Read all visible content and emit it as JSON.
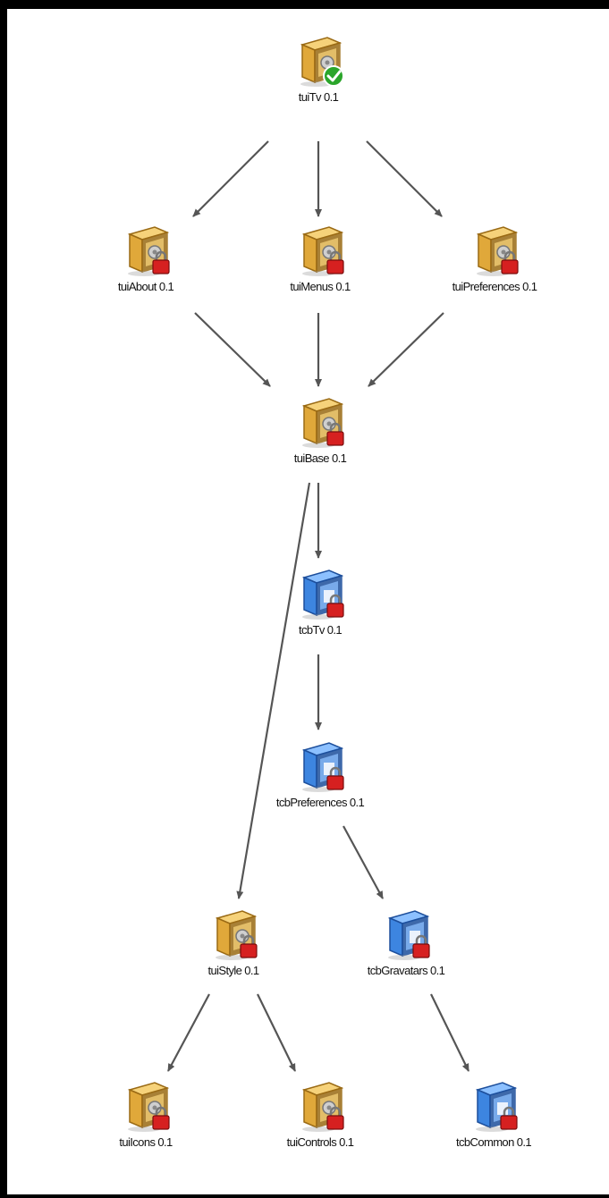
{
  "colors": {
    "edge": "#555555",
    "bundle_gold": "#e0a83a",
    "bundle_blue": "#3d85e0",
    "lock_red": "#d62020",
    "check_green": "#2aa52a"
  },
  "nodes": [
    {
      "id": "tuiTv",
      "label": "tuiTv 0.1",
      "kind": "gold",
      "badge": "check-icon"
    },
    {
      "id": "tuiAbout",
      "label": "tuiAbout 0.1",
      "kind": "gold",
      "badge": "lock-icon"
    },
    {
      "id": "tuiMenus",
      "label": "tuiMenus 0.1",
      "kind": "gold",
      "badge": "lock-icon"
    },
    {
      "id": "tuiPreferences",
      "label": "tuiPreferences 0.1",
      "kind": "gold",
      "badge": "lock-icon"
    },
    {
      "id": "tuiBase",
      "label": "tuiBase 0.1",
      "kind": "gold",
      "badge": "lock-icon"
    },
    {
      "id": "tcbTv",
      "label": "tcbTv 0.1",
      "kind": "blue",
      "badge": "lock-icon"
    },
    {
      "id": "tcbPreferences",
      "label": "tcbPreferences 0.1",
      "kind": "blue",
      "badge": "lock-icon"
    },
    {
      "id": "tuiStyle",
      "label": "tuiStyle 0.1",
      "kind": "gold",
      "badge": "lock-icon"
    },
    {
      "id": "tcbGravatars",
      "label": "tcbGravatars 0.1",
      "kind": "blue",
      "badge": "lock-icon"
    },
    {
      "id": "tuiIcons",
      "label": "tuiIcons 0.1",
      "kind": "gold",
      "badge": "lock-icon"
    },
    {
      "id": "tuiControls",
      "label": "tuiControls 0.1",
      "kind": "gold",
      "badge": "lock-icon"
    },
    {
      "id": "tcbCommon",
      "label": "tcbCommon 0.1",
      "kind": "blue",
      "badge": "lock-icon"
    }
  ],
  "edges": [
    {
      "from": "tuiTv",
      "to": "tuiAbout"
    },
    {
      "from": "tuiTv",
      "to": "tuiMenus"
    },
    {
      "from": "tuiTv",
      "to": "tuiPreferences"
    },
    {
      "from": "tuiAbout",
      "to": "tuiBase"
    },
    {
      "from": "tuiMenus",
      "to": "tuiBase"
    },
    {
      "from": "tuiPreferences",
      "to": "tuiBase"
    },
    {
      "from": "tuiBase",
      "to": "tcbTv"
    },
    {
      "from": "tuiBase",
      "to": "tuiStyle"
    },
    {
      "from": "tcbTv",
      "to": "tcbPreferences"
    },
    {
      "from": "tcbPreferences",
      "to": "tcbGravatars"
    },
    {
      "from": "tuiStyle",
      "to": "tuiIcons"
    },
    {
      "from": "tuiStyle",
      "to": "tuiControls"
    },
    {
      "from": "tcbGravatars",
      "to": "tcbCommon"
    }
  ]
}
